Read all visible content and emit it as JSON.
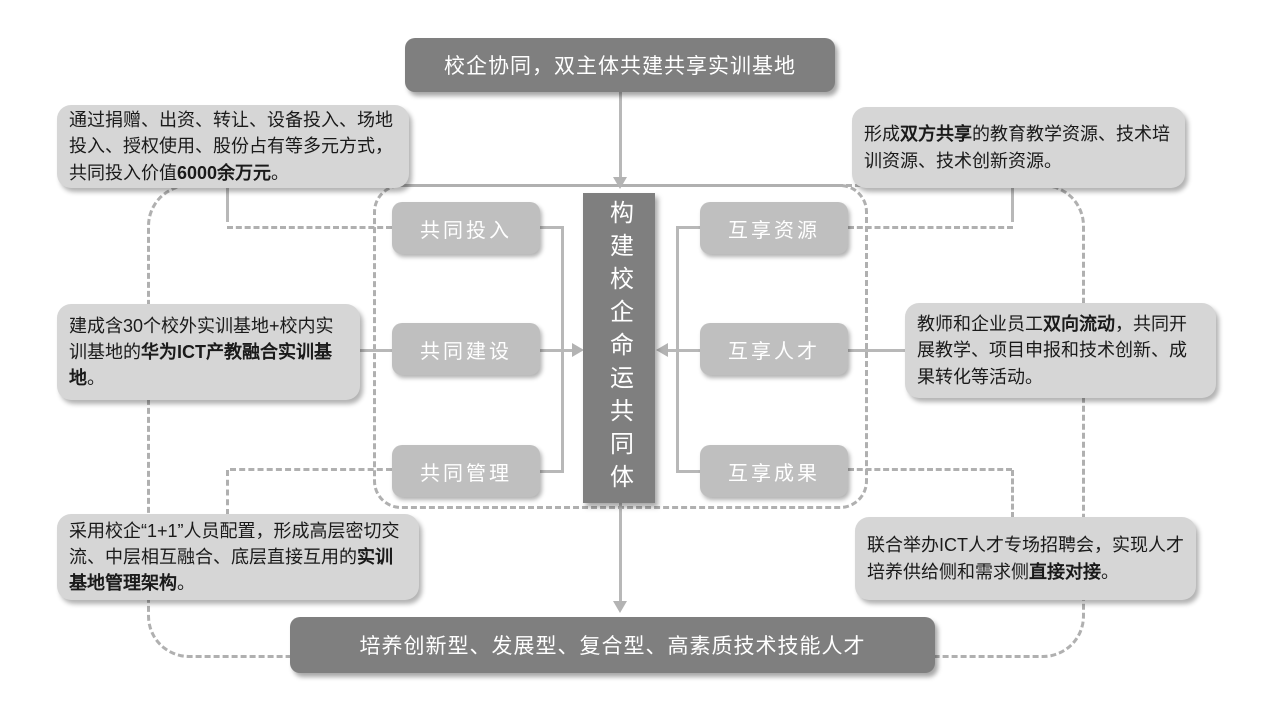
{
  "banners": {
    "top": "校企协同，双主体共建共享实训基地",
    "bottom": "培养创新型、发展型、复合型、高素质技术技能人才"
  },
  "center_box": "构建校企命运共同体",
  "left_boxes": [
    "共同投入",
    "共同建设",
    "共同管理"
  ],
  "right_boxes": [
    "互享资源",
    "互享人才",
    "互享成果"
  ],
  "notes": {
    "top_left": [
      {
        "t": "通过捐赠、出资、转让、设备投入、场地投入、授权使用、股份占有等多元方式，共同投入价值",
        "b": false
      },
      {
        "t": "6000余万元",
        "b": true
      },
      {
        "t": "。",
        "b": false
      }
    ],
    "top_right": [
      {
        "t": "形成",
        "b": false
      },
      {
        "t": "双方共享",
        "b": true
      },
      {
        "t": "的教育教学资源、技术培训资源、技术创新资源。",
        "b": false
      }
    ],
    "mid_left": [
      {
        "t": "建成含30个校外实训基地+校内实训基地的",
        "b": false
      },
      {
        "t": "华为ICT产教融合实训基地",
        "b": true
      },
      {
        "t": "。",
        "b": false
      }
    ],
    "mid_right": [
      {
        "t": "教师和企业员工",
        "b": false
      },
      {
        "t": "双向流动",
        "b": true
      },
      {
        "t": "，共同开展教学、项目申报和技术创新、成果转化等活动。",
        "b": false
      }
    ],
    "bottom_left": [
      {
        "t": "采用校企“1+1”人员配置，形成高层密切交流、中层相互融合、底层直接互用的",
        "b": false
      },
      {
        "t": "实训基地管理架构",
        "b": true
      },
      {
        "t": "。",
        "b": false
      }
    ],
    "bottom_right": [
      {
        "t": "联合举办ICT人才专场招聘会，实现人才培养供给侧和需求侧",
        "b": false
      },
      {
        "t": "直接对接",
        "b": true
      },
      {
        "t": "。",
        "b": false
      }
    ]
  },
  "colors": {
    "banner_bg": "#7f7f7f",
    "small_box_bg": "#bfbfbf",
    "note_bg": "#d6d6d6",
    "connector": "#b3b3b3",
    "dashed_border": "#b0b0b0"
  }
}
